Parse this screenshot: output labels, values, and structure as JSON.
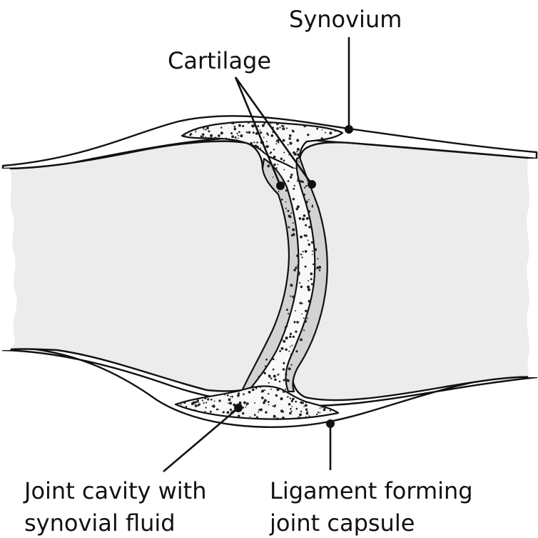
{
  "labels": {
    "synovium": "Synovium",
    "cartilage": "Cartilage",
    "joint_cavity_line1": "Joint cavity with",
    "joint_cavity_line2": "synovial fluid",
    "ligament_line1": "Ligament forming",
    "ligament_line2": "joint capsule"
  },
  "colors": {
    "bone": "#ececec",
    "cartilage": "#d2d2d2",
    "capsule": "#ffffff",
    "fluid": "#f8f8f8",
    "outline": "#111111",
    "stipple": "#222222"
  }
}
